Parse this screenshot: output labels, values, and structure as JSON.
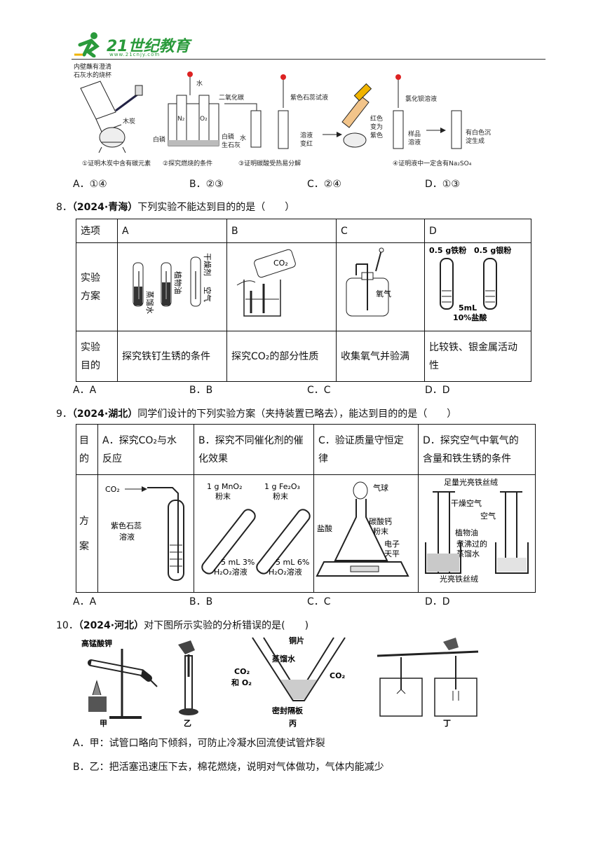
{
  "header": {
    "logo_text": "21世纪教育",
    "logo_url": "www.21cnjy.com"
  },
  "q7_figs": {
    "f1_top": "内壁蘸有澄清",
    "f1_top2": "石灰水的烧杯",
    "f1_label": "木炭",
    "f1_caption": "①证明木炭中含有碳元素",
    "f2_water": "水",
    "f2_n2": "N₂",
    "f2_o2": "O₂",
    "f2_bailin1": "白磷",
    "f2_bailin2": "白磷",
    "f2_lime": "生石灰",
    "f2_caption": "②探究燃烧的条件",
    "f3_co2": "二氧化碳",
    "f3_water": "水",
    "f3_litmus": "紫色石蕊试液",
    "f3_red": "溶液",
    "f3_red2": "变红",
    "f3_red3": "红色",
    "f3_red4": "变为",
    "f3_red5": "紫色",
    "f3_caption": "③证明碳酸受热易分解",
    "f4_bacl2": "氯化钡溶液",
    "f4_sample": "样品",
    "f4_sample2": "溶液",
    "f4_ppt": "有白色沉",
    "f4_ppt2": "淀生成",
    "f4_caption": "④证明液中一定含有Na₂SO₄"
  },
  "q7_options": [
    "A．①④",
    "B．②③",
    "C．②④",
    "D．①③"
  ],
  "q8": {
    "number": "8．",
    "source": "（2024·青海）",
    "stem": "下列实验不能达到目的的是（　　）",
    "header": [
      "选项",
      "A",
      "B",
      "C",
      "D"
    ],
    "row2_label": [
      "实验",
      "方案"
    ],
    "row3_label": [
      "实验",
      "目的"
    ],
    "purposes": [
      "探究铁钉生锈的条件",
      "探究CO₂的部分性质",
      "收集氧气并验满",
      "比较铁、银金属活动性"
    ],
    "figA": {
      "water": "蒸馏水",
      "oil": "植物油",
      "dry": "干燥剂",
      "air": "空气"
    },
    "figB": {
      "co2": "CO₂"
    },
    "figC": {
      "o2": "氧气"
    },
    "figD": {
      "fe": "0.5 g铁粉",
      "ag": "0.5 g银粉",
      "acid": "5mL",
      "acid2": "10%盐酸"
    },
    "options": [
      "A．A",
      "B．B",
      "C．C",
      "D．D"
    ]
  },
  "q9": {
    "number": "9．",
    "source": "（2024·湖北）",
    "stem": "同学们设计的下列实验方案（夹持装置已略去），能达到目的的是（　　）",
    "row1_label": [
      "目",
      "的"
    ],
    "row2_label": [
      "方",
      "案"
    ],
    "purposes": [
      [
        "A．探究CO₂与水",
        "反应"
      ],
      [
        "B．探究不同催化剂的催",
        "化效果"
      ],
      [
        "C．验证质量守恒定",
        "律"
      ],
      [
        "D．探究空气中氧气的",
        "含量和铁生锈的条件"
      ]
    ],
    "figA": {
      "co2": "CO₂",
      "litmus": "紫色石蕊",
      "litmus2": "溶液"
    },
    "figB": {
      "mno2": "1 g MnO₂",
      "mno2b": "粉末",
      "fe2o3": "1 g Fe₂O₃",
      "fe2o3b": "粉末",
      "h1": "5 mL 3%",
      "h1b": "H₂O₂溶液",
      "h2": "5 mL 6%",
      "h2b": "H₂O₂溶液"
    },
    "figC": {
      "balloon": "气球",
      "hcl": "盐酸",
      "caco3": "碳酸钙",
      "caco3b": "粉末",
      "bal": "电子",
      "bal2": "天平"
    },
    "figD": {
      "wool": "足量光亮铁丝绒",
      "dry": "干燥空气",
      "air": "空气",
      "oil": "植物油",
      "boiled": "煮沸过的",
      "boiled2": "蒸馏水",
      "wool2": "光亮铁丝绒"
    },
    "options": [
      "A．A",
      "B．B",
      "C．C",
      "D．D"
    ]
  },
  "q10": {
    "number": "10．",
    "source": "（2024·河北）",
    "stem": "对下图所示实验的分析错误的是(　　)",
    "fig_jia": "甲",
    "fig_yi": "乙",
    "fig_bing": "丙",
    "fig_ding": "丁",
    "kmno4": "高锰酸钾",
    "copper": "铜片",
    "water": "蒸馏水",
    "co2o2": "CO₂",
    "co2o2b": "和 O₂",
    "co2": "CO₂",
    "seal": "密封隔板",
    "opt_a": "A．甲：试管口略向下倾斜，可防止冷凝水回流使试管炸裂",
    "opt_b": "B．乙：把活塞迅速压下去，棉花燃烧，说明对气体做功，气体内能减少"
  }
}
